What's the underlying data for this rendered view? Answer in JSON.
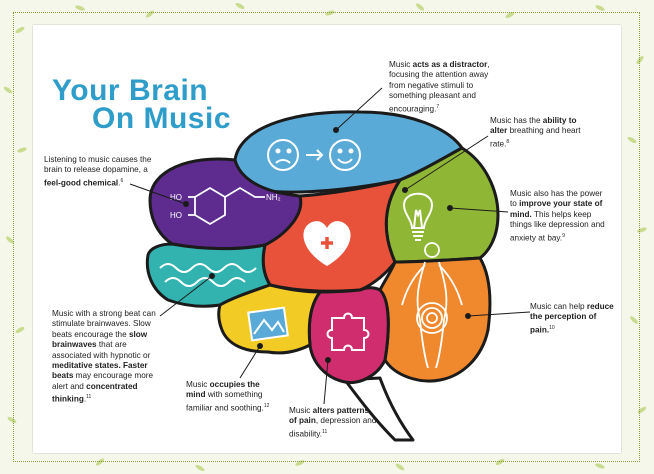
{
  "title": {
    "line1": "Your Brain",
    "line2": "On Music"
  },
  "callouts": {
    "distractor": {
      "p1": "Music ",
      "b1": "acts as a distractor",
      "p2": ", focusing the attention away from negative stimuli to something pleasant and encouraging.",
      "ref": "7"
    },
    "breathing": {
      "p1": "Music has the ",
      "b1": "ability to alter",
      "p2": " breathing and heart rate.",
      "ref": "8"
    },
    "dopamine": {
      "p1": "Listening to music causes the brain to release dopamine, a ",
      "b1": "feel-good chemical",
      "p2": ".",
      "ref": "6"
    },
    "state_of_mind": {
      "p1": "Music also has the power to ",
      "b1": "improve your state of mind.",
      "p2": " This helps keep things like depression and anxiety at bay.",
      "ref": "9"
    },
    "pain": {
      "p1": "Music can help ",
      "b1": "reduce the perception of pain.",
      "ref": "10"
    },
    "brainwaves": {
      "p1": "Music with a strong beat can stimulate brainwaves. Slow beats encourage the ",
      "b1": "slow brainwaves",
      "p2": " that are associated with hypnotic or ",
      "b2": "meditative states. Faster beats",
      "p3": " may encourage more alert and ",
      "b3": "concentrated thinking",
      "p4": ".",
      "ref": "11"
    },
    "occupies": {
      "p1": "Music ",
      "b1": "occupies the mind",
      "p2": " with something familiar and soothing.",
      "ref": "12"
    },
    "patterns": {
      "p1": "Music ",
      "b1": "alters patterns of pain",
      "p2": ", depression and disability.",
      "ref": "11"
    }
  },
  "molecule": {
    "ho1": "HO",
    "ho2": "HO",
    "nh2": "NH₂"
  },
  "icons": [
    "sad-face-icon",
    "arrow-right-icon",
    "happy-face-icon",
    "dopamine-molecule-icon",
    "heart-plus-icon",
    "lightbulb-icon",
    "wave-icon",
    "picture-icon",
    "puzzle-icon",
    "body-pain-icon"
  ],
  "colors": {
    "title": "#2f9dc9",
    "blue_lobe": "#5aaad8",
    "purple_lobe": "#5d2c8e",
    "red_lobe": "#e9523a",
    "green_lobe": "#8fb635",
    "teal_lobe": "#33b3b0",
    "orange_lobe": "#f0892e",
    "magenta_lobe": "#d02d6e",
    "yellow_lobe": "#f3cb25",
    "outline": "#1b1b1b"
  }
}
